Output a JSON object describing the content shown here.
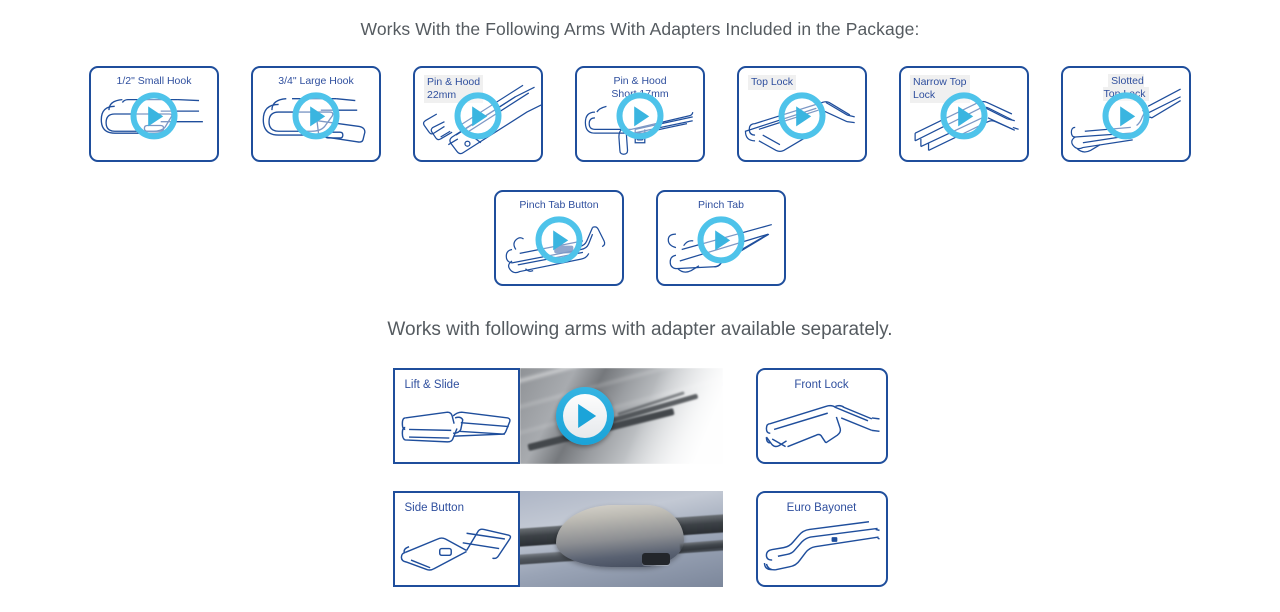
{
  "headings": {
    "included": "Works With the Following Arms With Adapters Included in the Package:",
    "separate": "Works with following arms with adapter available separately."
  },
  "colors": {
    "card_border": "#1f4e9c",
    "label_text": "#2f4f9e",
    "heading_text": "#555b60",
    "play_accent": "#4ec3ea",
    "play_accent_solid": "#1ba4d9",
    "label_shade": "#f0f0f0"
  },
  "included_adapters": {
    "row1": [
      {
        "label": "1/2\" Small Hook",
        "label_align": "center",
        "play": "play-button"
      },
      {
        "label": "3/4\" Large Hook",
        "label_align": "center",
        "play": "play-button"
      },
      {
        "label": "Pin & Hood\n22mm",
        "label_align": "left",
        "play": "play-button"
      },
      {
        "label": "Pin & Hood\nShort 17mm",
        "label_align": "center",
        "play": "play-button"
      },
      {
        "label": "Top Lock",
        "label_align": "left",
        "play": "play-button"
      },
      {
        "label": "Narrow Top\nLock",
        "label_align": "left",
        "play": "play-button"
      },
      {
        "label": "Slotted\nTop Lock",
        "label_align": "center-shaded",
        "play": "play-button"
      }
    ],
    "row2": [
      {
        "label": "Pinch Tab Button",
        "label_align": "center",
        "play": "play-button"
      },
      {
        "label": "Pinch Tab",
        "label_align": "center",
        "play": "play-button"
      }
    ]
  },
  "separate_adapters": {
    "row1": {
      "combo": {
        "label": "Lift & Slide",
        "photo": "windshield-wiper-photo",
        "play": "play-button"
      },
      "card": {
        "label": "Front Lock"
      }
    },
    "row2": {
      "combo": {
        "label": "Side Button",
        "photo": "wiper-adapter-closeup-photo",
        "play": null
      },
      "card": {
        "label": "Euro Bayonet"
      }
    }
  }
}
